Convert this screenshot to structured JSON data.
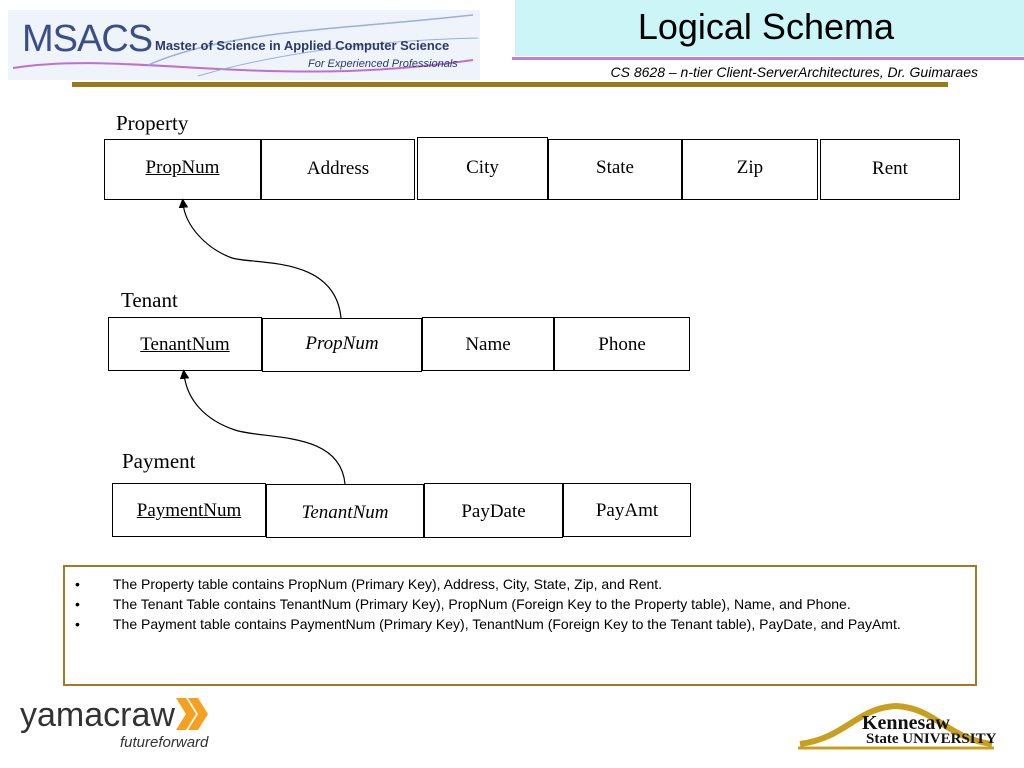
{
  "header": {
    "logo": {
      "mark": "MSACS",
      "line1": "Master of Science in Applied Computer Science",
      "line2": "For Experienced Professionals"
    },
    "title": "Logical Schema",
    "subtitle": "CS 8628 – n-tier Client-ServerArchitectures, Dr. Guimaraes"
  },
  "tables": [
    {
      "name": "Property",
      "fields": [
        {
          "label": "PropNum",
          "kind": "pk"
        },
        {
          "label": "Address",
          "kind": "plain"
        },
        {
          "label": "City",
          "kind": "plain"
        },
        {
          "label": "State",
          "kind": "plain"
        },
        {
          "label": "Zip",
          "kind": "plain"
        },
        {
          "label": "Rent",
          "kind": "plain"
        }
      ]
    },
    {
      "name": "Tenant",
      "fields": [
        {
          "label": "TenantNum",
          "kind": "pk"
        },
        {
          "label": "PropNum",
          "kind": "fk"
        },
        {
          "label": "Name",
          "kind": "plain"
        },
        {
          "label": "Phone",
          "kind": "plain"
        }
      ]
    },
    {
      "name": "Payment",
      "fields": [
        {
          "label": "PaymentNum",
          "kind": "pk"
        },
        {
          "label": "TenantNum",
          "kind": "fk"
        },
        {
          "label": "PayDate",
          "kind": "plain"
        },
        {
          "label": "PayAmt",
          "kind": "plain"
        }
      ]
    }
  ],
  "notes": [
    "The Property table contains PropNum (Primary Key), Address, City, State, Zip, and Rent.",
    "The Tenant Table contains TenantNum (Primary Key), PropNum (Foreign Key to the Property table), Name, and Phone.",
    "The Payment table contains PaymentNum (Primary Key), TenantNum (Foreign Key to the Tenant table), PayDate, and PayAmt."
  ],
  "footer": {
    "left_logo": "yamacraw",
    "left_tagline": "futureforward",
    "right_logo_line1": "Kennesaw",
    "right_logo_line2": "State UNIVERSITY"
  },
  "colors": {
    "title_bg": "#ccf5f8",
    "accent_line": "#c080d8",
    "gold_bar": "#9a7a18",
    "notes_border": "#a07a2a",
    "yamacraw_orange": "#f5a020"
  }
}
